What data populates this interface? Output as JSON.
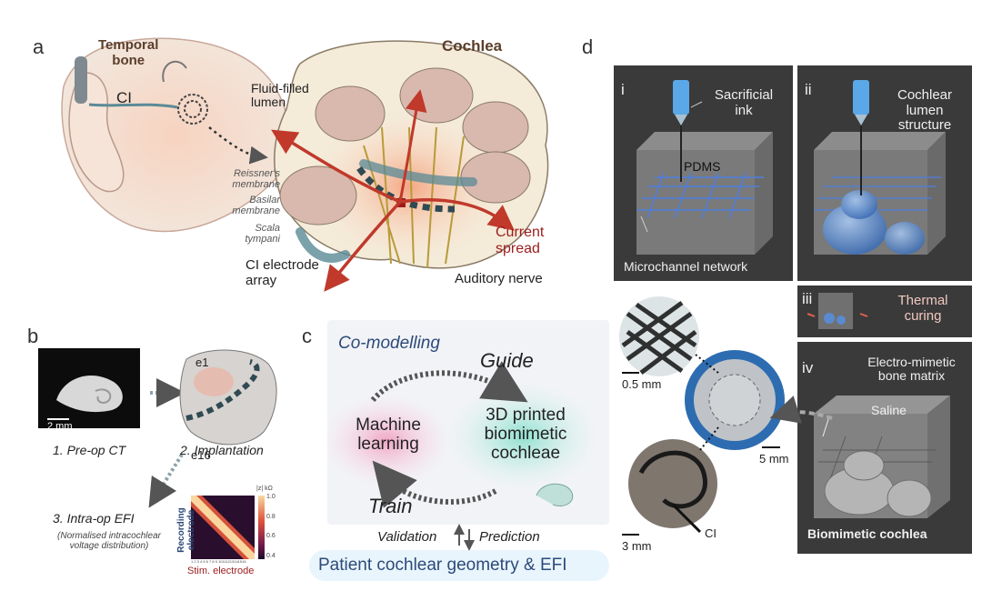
{
  "panels": {
    "a": "a",
    "b": "b",
    "c": "c",
    "d": "d"
  },
  "a": {
    "temporal_bone_1": "Temporal",
    "temporal_bone_2": "bone",
    "cochlea": "Cochlea",
    "ci": "CI",
    "fluid_1": "Fluid-filled",
    "fluid_2": "lumen",
    "reissner_1": "Reissner's",
    "reissner_2": "membrane",
    "basilar_1": "Basilar",
    "basilar_2": "membrane",
    "scala_1": "Scala",
    "scala_2": "tympani",
    "electrode_1": "CI electrode",
    "electrode_2": "array",
    "auditory": "Auditory nerve",
    "current_1": "Current",
    "current_2": "spread"
  },
  "b": {
    "scale": "2 mm",
    "e1": "e1",
    "e16": "e16",
    "step1": "1. Pre-op CT",
    "step2": "2. Implantation",
    "step3": "3. Intra-op EFI",
    "note_1": "(Normalised intracochlear",
    "note_2": "voltage distribution)",
    "colorbar_title": "|z| kΩ",
    "cb_max": "1.0",
    "cb_mid1": "0.8",
    "cb_mid2": "0.6",
    "cb_min": "0.4",
    "ylabel_1": "Recording",
    "ylabel_2": "electrode",
    "xticks": "1 2 3 4 5 6 7 8 9 10111213141516",
    "xlabel": "Stim. electrode"
  },
  "c": {
    "comodelling": "Co-modelling",
    "guide": "Guide",
    "train": "Train",
    "ml_1": "Machine",
    "ml_2": "learning",
    "bio_1": "3D printed",
    "bio_2": "biomimetic",
    "bio_3": "cochleae",
    "validation": "Validation",
    "prediction": "Prediction",
    "patient": "Patient cochlear geometry & EFI"
  },
  "d": {
    "i": "i",
    "ii": "ii",
    "iii": "iii",
    "iv": "iv",
    "sac_1": "Sacrificial",
    "sac_2": "ink",
    "pdms": "PDMS",
    "micro": "Microchannel network",
    "lumen_1": "Cochlear",
    "lumen_2": "lumen",
    "lumen_3": "structure",
    "thermal_1": "Thermal",
    "thermal_2": "curing",
    "bone_1": "Electro-mimetic",
    "bone_2": "bone matrix",
    "saline": "Saline",
    "biocochlea": "Biomimetic cochlea",
    "s05": "0.5 mm",
    "s5": "5 mm",
    "s3": "3 mm",
    "ci": "CI"
  },
  "colors": {
    "current": "#c0392b",
    "electrode": "#5a8a96",
    "guide_text": "#2c4a7a",
    "blue_channel": "#3b6fd4"
  }
}
